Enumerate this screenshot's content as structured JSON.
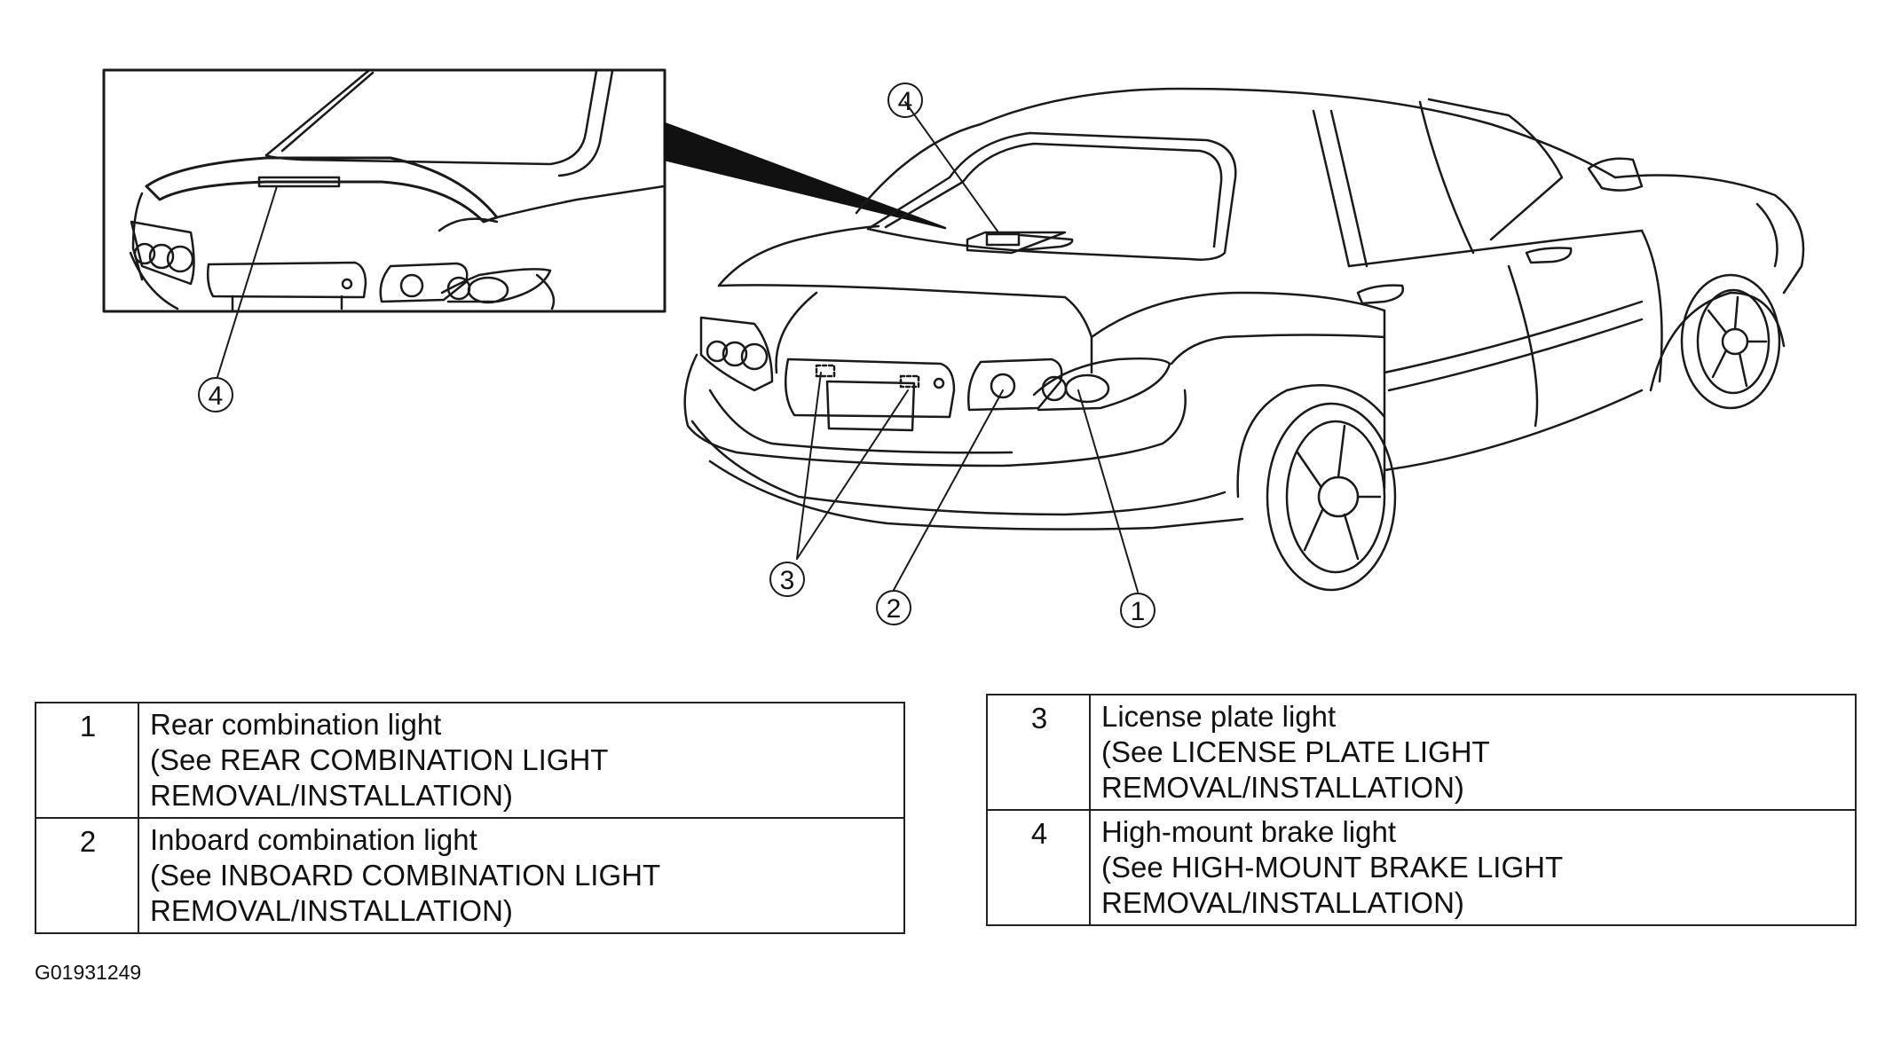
{
  "callouts": {
    "inset_four": "4",
    "roof_four": "4",
    "three": "3",
    "two": "2",
    "one": "1"
  },
  "legend": {
    "left_rows": [
      {
        "num": "1",
        "lines": [
          "Rear combination light",
          "(See REAR COMBINATION LIGHT",
          "REMOVAL/INSTALLATION)"
        ]
      },
      {
        "num": "2",
        "lines": [
          "Inboard combination light",
          "(See INBOARD COMBINATION LIGHT",
          "REMOVAL/INSTALLATION)"
        ]
      }
    ],
    "right_rows": [
      {
        "num": "3",
        "lines": [
          "License plate light",
          "(See LICENSE PLATE LIGHT",
          "REMOVAL/INSTALLATION)"
        ]
      },
      {
        "num": "4",
        "lines": [
          "High-mount brake light",
          "(See HIGH-MOUNT BRAKE LIGHT",
          "REMOVAL/INSTALLATION)"
        ]
      }
    ]
  },
  "figure_id": "G01931249"
}
